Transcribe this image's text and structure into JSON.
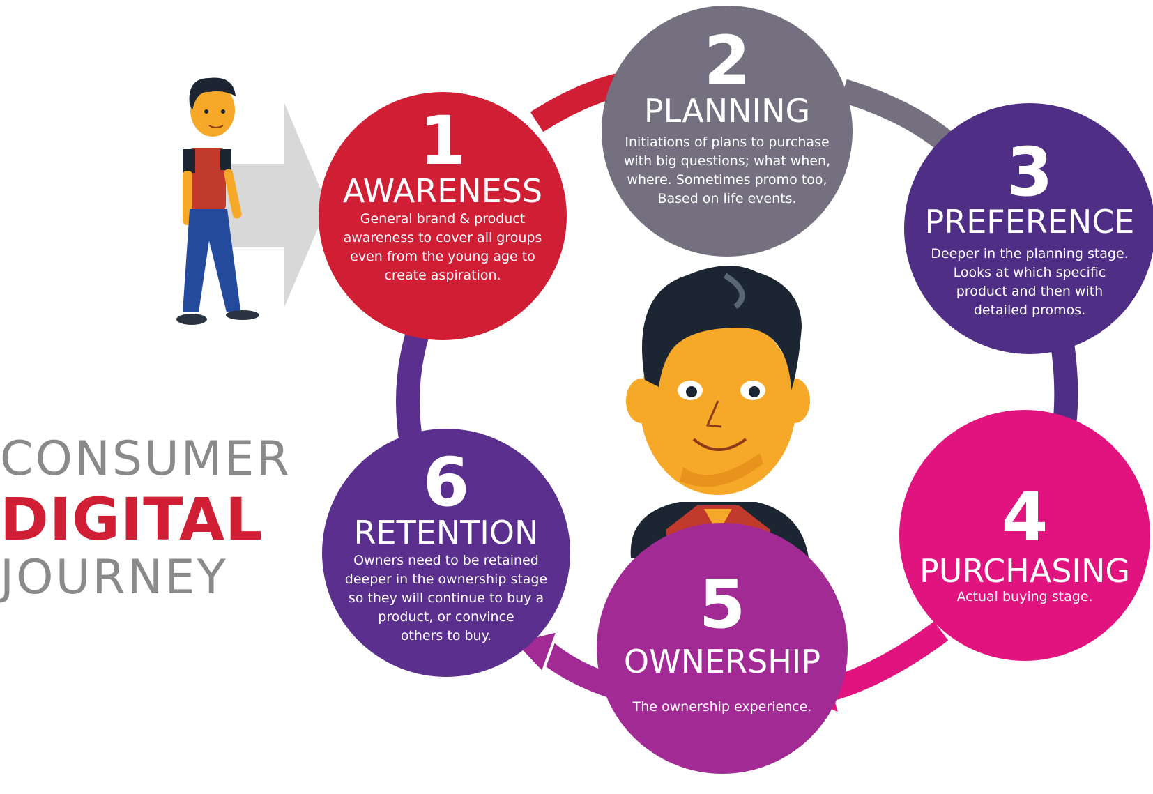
{
  "title": {
    "line1": "CONSUMER",
    "line2": "DIGITAL",
    "line3": "JOURNEY"
  },
  "colors": {
    "awareness": "#d01f35",
    "planning": "#757080",
    "preference": "#4f2e85",
    "purchasing": "#e0137f",
    "ownership": "#a12a95",
    "retention": "#5b2f8e",
    "arrow_gray": "#d8d8d8",
    "title_gray": "#8a8a8a",
    "title_red": "#d01f35"
  },
  "stages": [
    {
      "number": "1",
      "name": "AWARENESS",
      "description": [
        "General brand & product",
        "awareness to cover all groups",
        "even from the young age to",
        "create aspiration."
      ]
    },
    {
      "number": "2",
      "name": "PLANNING",
      "description": [
        "Initiations of plans to purchase",
        "with big questions; what when,",
        "where. Sometimes promo too,",
        "Based on life events."
      ]
    },
    {
      "number": "3",
      "name": "PREFERENCE",
      "description": [
        "Deeper in the planning stage.",
        "Looks at which specific",
        "product and then with",
        "detailed promos."
      ]
    },
    {
      "number": "4",
      "name": "PURCHASING",
      "description": [
        "Actual buying stage."
      ]
    },
    {
      "number": "5",
      "name": "OWNERSHIP",
      "description": [
        "The ownership experience."
      ]
    },
    {
      "number": "6",
      "name": "RETENTION",
      "description": [
        "Owners need to be retained",
        "deeper in the ownership stage",
        "so they will continue to buy a",
        "product, or convince",
        "others to buy."
      ]
    }
  ]
}
